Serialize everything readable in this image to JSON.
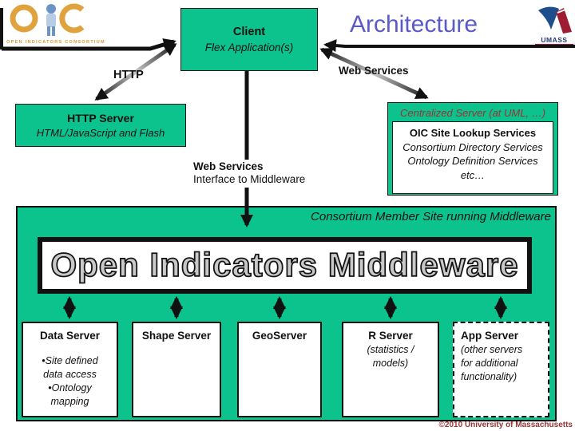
{
  "title": "Architecture",
  "copyright": "©2010 University of Massachusetts",
  "logos": {
    "oic": {
      "tagline": "OPEN INDICATORS CONSORTIUM"
    },
    "umass": {
      "label": "UMASS"
    }
  },
  "labels": {
    "http": "HTTP",
    "web_services_top": "Web Services",
    "web_services_mid_title": "Web Services",
    "web_services_mid_sub": "Interface to Middleware",
    "member_site": "Consortium Member Site running Middleware"
  },
  "nodes": {
    "client": {
      "title": "Client",
      "subtitle": "Flex Application(s)"
    },
    "http_server": {
      "title": "HTTP Server",
      "subtitle": "HTML/JavaScript and Flash"
    },
    "centralized_server": {
      "header": "Centralized Server (at UML, …)",
      "services": [
        "OIC Site Lookup Services",
        "Consortium Directory Services",
        "Ontology Definition Services",
        "etc…"
      ]
    },
    "middleware": {
      "title": "Open Indicators Middleware"
    }
  },
  "servers": [
    {
      "title": "Data Server",
      "lines": [
        "•Site defined data access",
        "•Ontology mapping"
      ]
    },
    {
      "title": "Shape Server",
      "lines": []
    },
    {
      "title": "GeoServer",
      "lines": []
    },
    {
      "title": "R Server",
      "lines": [
        "(statistics / models)"
      ]
    },
    {
      "title": "App Server",
      "lines": [
        "(other servers for additional functionality)"
      ]
    }
  ],
  "colors": {
    "green": "#0cc38e",
    "dark_red": "#993333",
    "title_blue": "#5a5ac8",
    "outline_gray": "#c9c9c9",
    "oic_orange": "#d29a3e",
    "umass_blue": "#1f4e8c",
    "umass_red": "#9e1b32"
  }
}
